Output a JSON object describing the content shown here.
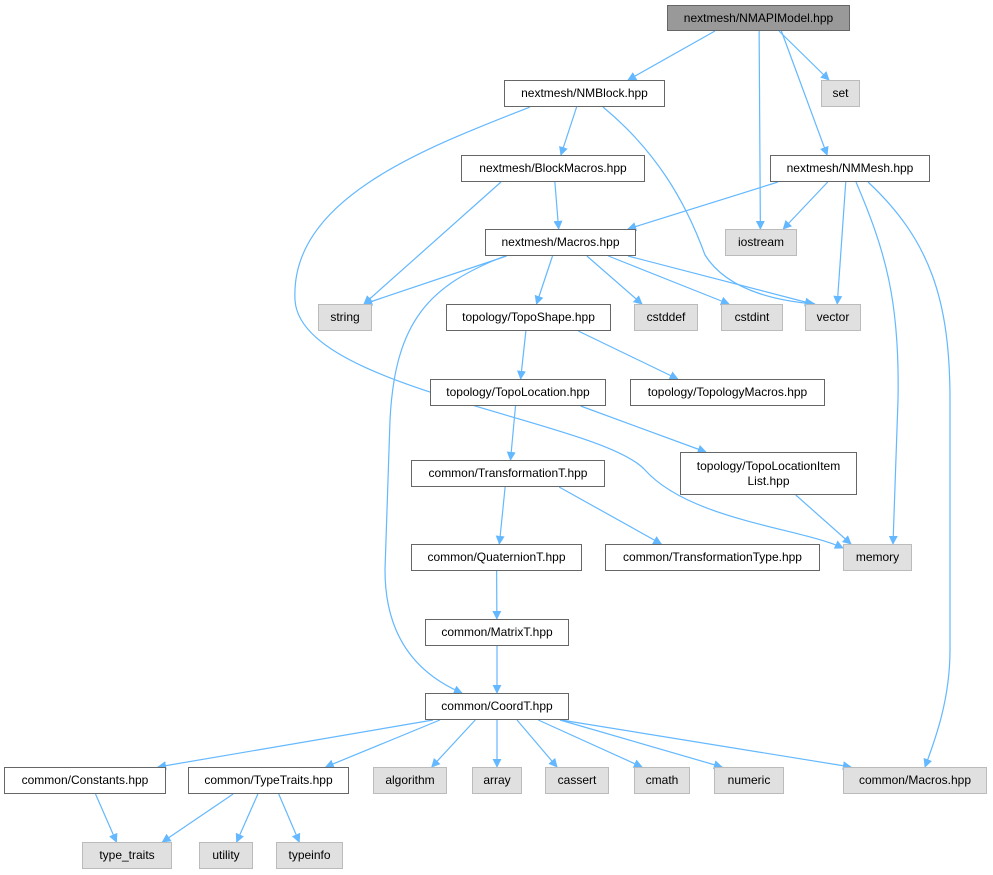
{
  "title": "nextmesh/NMAPIModel.hpp include dependency graph",
  "colors": {
    "edge": "#63b8ff",
    "root_fill": "#999999",
    "external_fill": "#e0e0e0",
    "node_fill": "#ffffff"
  },
  "nodes": {
    "NMAPIModel": {
      "label": "nextmesh/NMAPIModel.hpp",
      "kind": "root"
    },
    "NMBlock": {
      "label": "nextmesh/NMBlock.hpp",
      "kind": "file"
    },
    "set": {
      "label": "set",
      "kind": "ext"
    },
    "BlockMacros": {
      "label": "nextmesh/BlockMacros.hpp",
      "kind": "file"
    },
    "NMMesh": {
      "label": "nextmesh/NMMesh.hpp",
      "kind": "file"
    },
    "Macros": {
      "label": "nextmesh/Macros.hpp",
      "kind": "file"
    },
    "iostream": {
      "label": "iostream",
      "kind": "ext"
    },
    "string": {
      "label": "string",
      "kind": "ext"
    },
    "TopoShape": {
      "label": "topology/TopoShape.hpp",
      "kind": "file"
    },
    "cstddef": {
      "label": "cstddef",
      "kind": "ext"
    },
    "cstdint": {
      "label": "cstdint",
      "kind": "ext"
    },
    "vector": {
      "label": "vector",
      "kind": "ext"
    },
    "TopoLocation": {
      "label": "topology/TopoLocation.hpp",
      "kind": "file"
    },
    "TopologyMacros": {
      "label": "topology/TopologyMacros.hpp",
      "kind": "file"
    },
    "TransformationT": {
      "label": "common/TransformationT.hpp",
      "kind": "file"
    },
    "TopoLocationItemList": {
      "label": "topology/TopoLocationItem",
      "label2": "List.hpp",
      "kind": "file"
    },
    "QuaternionT": {
      "label": "common/QuaternionT.hpp",
      "kind": "file"
    },
    "TransformationType": {
      "label": "common/TransformationType.hpp",
      "kind": "file"
    },
    "memory": {
      "label": "memory",
      "kind": "ext"
    },
    "MatrixT": {
      "label": "common/MatrixT.hpp",
      "kind": "file"
    },
    "CoordT": {
      "label": "common/CoordT.hpp",
      "kind": "file"
    },
    "Constants": {
      "label": "common/Constants.hpp",
      "kind": "file"
    },
    "TypeTraits": {
      "label": "common/TypeTraits.hpp",
      "kind": "file"
    },
    "algorithm": {
      "label": "algorithm",
      "kind": "ext"
    },
    "array": {
      "label": "array",
      "kind": "ext"
    },
    "cassert": {
      "label": "cassert",
      "kind": "ext"
    },
    "cmath": {
      "label": "cmath",
      "kind": "ext"
    },
    "numeric": {
      "label": "numeric",
      "kind": "ext"
    },
    "cMacros": {
      "label": "common/Macros.hpp",
      "kind": "ext"
    },
    "type_traits": {
      "label": "type_traits",
      "kind": "ext"
    },
    "utility": {
      "label": "utility",
      "kind": "ext"
    },
    "typeinfo": {
      "label": "typeinfo",
      "kind": "ext"
    }
  },
  "edges": [
    [
      "NMAPIModel",
      "NMBlock"
    ],
    [
      "NMAPIModel",
      "set"
    ],
    [
      "NMAPIModel",
      "iostream"
    ],
    [
      "NMAPIModel",
      "NMMesh"
    ],
    [
      "NMBlock",
      "BlockMacros"
    ],
    [
      "NMBlock",
      "memory"
    ],
    [
      "NMBlock",
      "vector"
    ],
    [
      "BlockMacros",
      "Macros"
    ],
    [
      "BlockMacros",
      "string"
    ],
    [
      "NMMesh",
      "Macros"
    ],
    [
      "NMMesh",
      "iostream"
    ],
    [
      "NMMesh",
      "vector"
    ],
    [
      "NMMesh",
      "memory"
    ],
    [
      "NMMesh",
      "cMacros"
    ],
    [
      "Macros",
      "string"
    ],
    [
      "Macros",
      "TopoShape"
    ],
    [
      "Macros",
      "cstddef"
    ],
    [
      "Macros",
      "cstdint"
    ],
    [
      "Macros",
      "vector"
    ],
    [
      "Macros",
      "CoordT"
    ],
    [
      "TopoShape",
      "TopoLocation"
    ],
    [
      "TopoShape",
      "TopologyMacros"
    ],
    [
      "TopoLocation",
      "TransformationT"
    ],
    [
      "TopoLocation",
      "TopoLocationItemList"
    ],
    [
      "TopoLocationItemList",
      "memory"
    ],
    [
      "TransformationT",
      "QuaternionT"
    ],
    [
      "TransformationT",
      "TransformationType"
    ],
    [
      "QuaternionT",
      "MatrixT"
    ],
    [
      "MatrixT",
      "CoordT"
    ],
    [
      "CoordT",
      "Constants"
    ],
    [
      "CoordT",
      "TypeTraits"
    ],
    [
      "CoordT",
      "algorithm"
    ],
    [
      "CoordT",
      "array"
    ],
    [
      "CoordT",
      "cassert"
    ],
    [
      "CoordT",
      "cmath"
    ],
    [
      "CoordT",
      "numeric"
    ],
    [
      "CoordT",
      "cMacros"
    ],
    [
      "Constants",
      "type_traits"
    ],
    [
      "TypeTraits",
      "type_traits"
    ],
    [
      "TypeTraits",
      "utility"
    ],
    [
      "TypeTraits",
      "typeinfo"
    ]
  ]
}
